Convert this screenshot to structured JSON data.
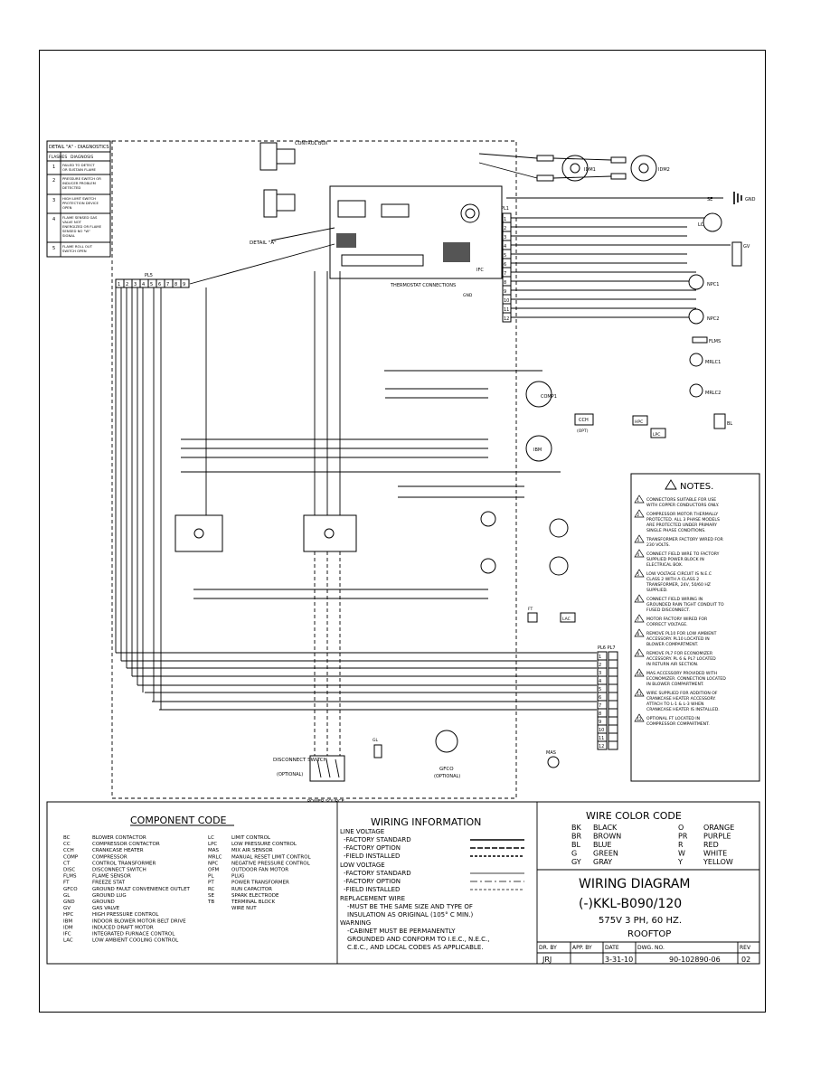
{
  "detail_table": {
    "title": "DETAIL \"A\" - DIAGNOSTICS",
    "col_flashes": "FLASHES",
    "col_diag": "DIAGNOSIS",
    "rows": [
      {
        "n": "1",
        "d": "FAILED TO DETECT OR SUSTAIN FLAME"
      },
      {
        "n": "2",
        "d": "PRESSURE SWITCH OR INDUCER PROBLEM DETECTED"
      },
      {
        "n": "3",
        "d": "HIGH LIMIT SWITCH PROTECTION DEVICE OPEN"
      },
      {
        "n": "4",
        "d": "FLAME SENSED GAS VALVE NOT ENERGIZED OR FLAME SENSED NO \"W\" SIGNAL"
      },
      {
        "n": "5",
        "d": "FLAME ROLL OUT SWITCH OPEN"
      }
    ]
  },
  "labels": {
    "control_box": "CONTROL BOX",
    "detail_a": "DETAIL \"A\"",
    "thermostat": "THERMOSTAT CONNECTIONS",
    "ifc": "IFC",
    "gnd_small": "GND",
    "pl5": "PL5",
    "pl1": "PL1",
    "pl6_pl7": "PL6 PL7",
    "idm1": "IDM1",
    "idm2": "IDM2",
    "gnd": "GND",
    "se": "SE",
    "lc": "LC",
    "gv": "GV",
    "npc1": "NPC1",
    "npc2": "NPC2",
    "flms": "FLMS",
    "mrlc1": "MRLC1",
    "mrlc2": "MRLC2",
    "comp1": "COMP1",
    "ibm": "IBM",
    "cch": "CCH",
    "cch_opt": "(OPT)",
    "hpc": "HPC",
    "lpc": "LPC",
    "bl": "BL",
    "ft": "FT",
    "lac": "LAC",
    "mas": "MAS",
    "disconnect": "DISCONNECT SWITCH",
    "disconnect_opt": "(OPTIONAL)",
    "power_source": "POWER SOURCE",
    "gfco": "GFCO",
    "gfco_opt": "(OPTIONAL)",
    "gl": "GL"
  },
  "notes": {
    "title": "NOTES.",
    "items": [
      "CONNECTORS SUITABLE FOR USE WITH COPPER CONDUCTORS ONLY.",
      "COMPRESSOR MOTOR THERMALLY PROTECTED. ALL 3 PHASE MODELS ARE PROTECTED UNDER PRIMARY SINGLE PHASE CONDITIONS.",
      "TRANSFORMER FACTORY WIRED FOR 230 VOLTS.",
      "CONNECT FIELD WIRE TO FACTORY SUPPLIED POWER BLOCK IN ELECTRICAL BOX.",
      "LOW VOLTAGE CIRCUIT IS N.E.C CLASS 2 WITH A CLASS 2 TRANSFORMER, 24V, 50/60 HZ SUPPLIED.",
      "CONNECT FIELD WIRING IN GROUNDED RAIN TIGHT CONDUIT TO FUSED DISCONNECT.",
      "MOTOR FACTORY WIRED FOR CORRECT VOLTAGE.",
      "REMOVE PL10 FOR LOW AMBIENT ACCESSORY. PL10 LOCATED IN BLOWER COMPARTMENT.",
      "REMOVE PL7 FOR ECONOMIZER ACCESSORY. PL 6 & PL7 LOCATED IN RETURN AIR SECTION.",
      "MAS ACCESSORY PROVIDED WITH ECONOMIZER. CONNECTION LOCATED IN BLOWER COMPARTMENT.",
      "WIRE SUPPLIED FOR ADDITION OF CRANKCASE HEATER ACCESSORY. ATTACH TO L-1 & L-3 WHEN CRANKCASE HEATER IS INSTALLED.",
      "OPTIONAL FT LOCATED IN COMPRESSOR COMPARTMENT."
    ]
  },
  "component_code": {
    "title": "COMPONENT CODE",
    "left": [
      [
        "BC",
        "BLOWER CONTACTOR"
      ],
      [
        "CC",
        "COMPRESSOR CONTACTOR"
      ],
      [
        "CCH",
        "CRANKCASE HEATER"
      ],
      [
        "COMP",
        "COMPRESSOR"
      ],
      [
        "CT",
        "CONTROL TRANSFORMER"
      ],
      [
        "DISC",
        "DISCONNECT SWITCH"
      ],
      [
        "FLMS",
        "FLAME SENSOR"
      ],
      [
        "FT",
        "FREEZE STAT"
      ],
      [
        "GFCO",
        "GROUND FAULT CONVENIENCE OUTLET"
      ],
      [
        "GL",
        "GROUND LUG"
      ],
      [
        "GND",
        "GROUND"
      ],
      [
        "GV",
        "GAS VALVE"
      ],
      [
        "HPC",
        "HIGH PRESSURE CONTROL"
      ],
      [
        "IBM",
        "INDOOR BLOWER MOTOR BELT DRIVE"
      ],
      [
        "IDM",
        "INDUCED DRAFT MOTOR"
      ],
      [
        "IFC",
        "INTEGRATED FURNACE CONTROL"
      ],
      [
        "LAC",
        "LOW AMBIENT COOLING CONTROL"
      ]
    ],
    "right": [
      [
        "LC",
        "LIMIT CONTROL"
      ],
      [
        "LPC",
        "LOW PRESSURE CONTROL"
      ],
      [
        "MAS",
        "MIX AIR SENSOR"
      ],
      [
        "MRLC",
        "MANUAL RESET LIMIT CONTROL"
      ],
      [
        "NPC",
        "NEGATIVE PRESSURE CONTROL"
      ],
      [
        "OFM",
        "OUTDOOR FAN MOTOR"
      ],
      [
        "PL",
        "PLUG"
      ],
      [
        "PT",
        "POWER TRANSFORMER"
      ],
      [
        "RC",
        "RUN CAPACITOR"
      ],
      [
        "SE",
        "SPARK ELECTRODE"
      ],
      [
        "TB",
        "TERMINAL BLOCK"
      ],
      [
        "",
        "WIRE NUT"
      ]
    ]
  },
  "wiring_info": {
    "title": "WIRING INFORMATION",
    "line_voltage": "LINE VOLTAGE",
    "lv_items": [
      "-FACTORY STANDARD",
      "-FACTORY OPTION",
      "-FIELD INSTALLED"
    ],
    "low_voltage": "LOW VOLTAGE",
    "lowv_items": [
      "-FACTORY STANDARD",
      "-FACTORY OPTION",
      "-FIELD INSTALLED"
    ],
    "replacement": "REPLACEMENT WIRE",
    "repl_text": [
      "-MUST BE THE SAME SIZE AND TYPE OF",
      "INSULATION AS ORIGINAL (105° C MIN.)"
    ],
    "warning": "WARNING",
    "warn_text": [
      "-CABINET MUST BE PERMANENTLY",
      "GROUNDED AND CONFORM TO I.E.C., N.E.C.,",
      "C.E.C., AND LOCAL CODES AS APPLICABLE."
    ]
  },
  "wire_color": {
    "title": "WIRE COLOR CODE",
    "left": [
      [
        "BK",
        "BLACK"
      ],
      [
        "BR",
        "BROWN"
      ],
      [
        "BL",
        "BLUE"
      ],
      [
        "G",
        "GREEN"
      ],
      [
        "GY",
        "GRAY"
      ]
    ],
    "right": [
      [
        "O",
        "ORANGE"
      ],
      [
        "PR",
        "PURPLE"
      ],
      [
        "R",
        "RED"
      ],
      [
        "W",
        "WHITE"
      ],
      [
        "Y",
        "YELLOW"
      ]
    ]
  },
  "title_block": {
    "line1": "WIRING DIAGRAM",
    "line2": "(-)KKL-B090/120",
    "line3": "575V 3 PH, 60 HZ.",
    "line4": "ROOFTOP",
    "dr_by_label": "DR. BY",
    "dr_by": "JRJ",
    "app_by_label": "APP. BY",
    "date_label": "DATE",
    "date": "3-31-10",
    "dwg_label": "DWG. NO.",
    "dwg": "90-102890-06",
    "rev_label": "REV",
    "rev": "02"
  }
}
